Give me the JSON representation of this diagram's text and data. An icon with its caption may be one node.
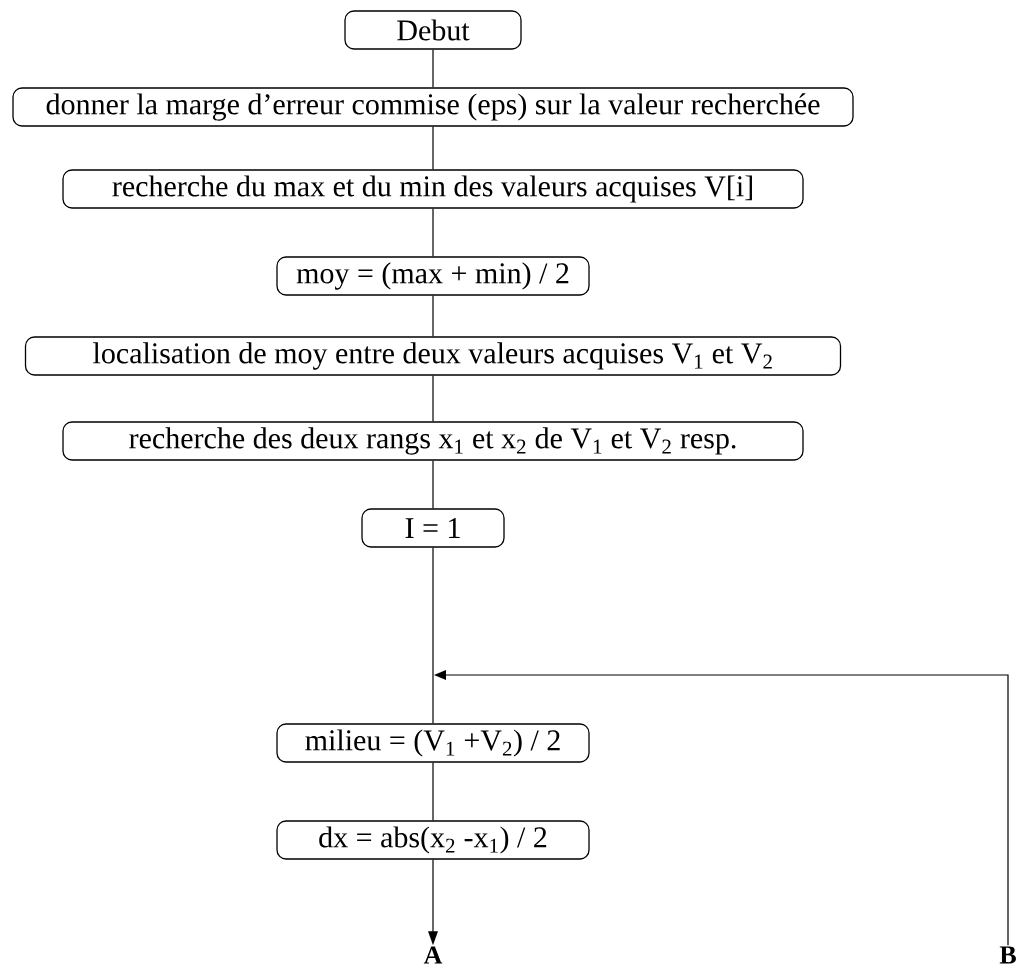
{
  "diagram": {
    "nodes": [
      {
        "text": [
          "Debut"
        ]
      },
      {
        "text": [
          "donner la marge d’erreur commise (eps) sur la valeur recherchée"
        ]
      },
      {
        "text": [
          "recherche du max et du min des valeurs acquises V[i]"
        ]
      },
      {
        "text": [
          "moy = (max + min) / 2"
        ]
      },
      {
        "text": [
          "localisation de moy entre deux valeurs acquises V$_{1}$ et V$_{2}$"
        ]
      },
      {
        "text": [
          "recherche des deux rangs x$_{1}$ et x$_{2}$ de V$_{1}$ et V$_{2}$ resp."
        ]
      },
      {
        "text": [
          "I = 1"
        ]
      },
      {
        "text": [
          "milieu = (V$_{1}$ +V$_{2}$) / 2"
        ]
      },
      {
        "text": [
          "dx = abs(x$_{2}$ -x$_{1}$) / 2"
        ]
      },
      {
        "text": [
          "A"
        ]
      },
      {
        "text": [
          "B"
        ]
      }
    ],
    "edges": [
      {
        "from": 0,
        "to": 1,
        "arrow": "none"
      },
      {
        "from": 1,
        "to": 2,
        "arrow": "none"
      },
      {
        "from": 2,
        "to": 3,
        "arrow": "none"
      },
      {
        "from": 3,
        "to": 4,
        "arrow": "none"
      },
      {
        "from": 4,
        "to": 5,
        "arrow": "none"
      },
      {
        "from": 5,
        "to": 6,
        "arrow": "none"
      },
      {
        "from": 6,
        "to": 7,
        "arrow": "none"
      },
      {
        "from": 7,
        "to": 8,
        "arrow": "none"
      },
      {
        "from": 8,
        "to": 9,
        "arrow": "to"
      },
      {
        "from": 10,
        "to": 7,
        "arrow": "to"
      }
    ]
  }
}
